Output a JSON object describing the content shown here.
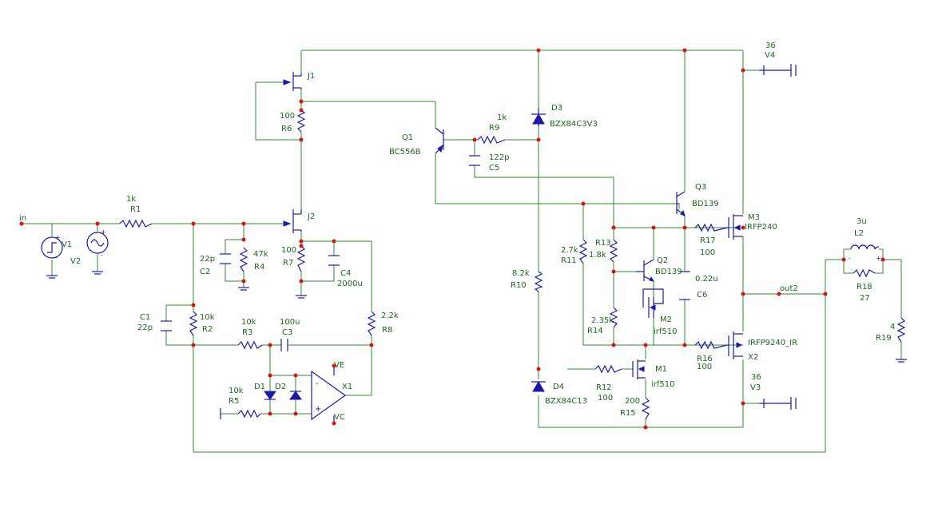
{
  "labels": {
    "J1": "J1",
    "J2": "J2",
    "R6": "R6",
    "R6v": "100",
    "R7": "R7",
    "R7v": "100",
    "C4": "C4",
    "C4v": "2000u",
    "R4": "R4",
    "R4v": "47k",
    "C2": "C2",
    "C2v": "22p",
    "R1": "R1",
    "R1v": "1k",
    "V1": "V1",
    "V2": "V2",
    "in": "in",
    "C1": "C1",
    "C1v": "22p",
    "R2": "R2",
    "R2v": "10k",
    "R3": "R3",
    "R3v": "10k",
    "C3": "C3",
    "C3v": "100u",
    "R8": "R8",
    "R8v": "2.2k",
    "R5": "R5",
    "R5v": "10k",
    "D1": "D1",
    "D2": "D2",
    "X1": "X1",
    "VE": "VE",
    "VC": "VC",
    "Q1": "Q1",
    "Q1v": "BC556B",
    "R9": "R9",
    "R9v": "1k",
    "C5": "C5",
    "C5v": "122p",
    "D3": "D3",
    "D3v": "BZX84C3V3",
    "Q3": "Q3",
    "Q3v": "BD139",
    "R10": "R10",
    "R10v": "8.2k",
    "R11": "R11",
    "R11v": "2.7k",
    "R13": "R13",
    "R13v": "1.8k",
    "Q2": "Q2",
    "Q2v": "BD139",
    "M2": "M2",
    "M2v": "irf510",
    "R14": "R14",
    "R14v": "2.35k",
    "C6": "C6",
    "C6v": "0.22u",
    "M1": "M1",
    "M1v": "irf510",
    "R12": "R12",
    "R12v": "100",
    "R15": "R15",
    "R15v": "200",
    "D4": "D4",
    "D4v": "BZX84C13",
    "M3": "M3",
    "M3v": "IRFP240",
    "R17": "R17",
    "R17v": "100",
    "R16": "R16",
    "R16v": "100",
    "X2": "X2",
    "X2v": "IRFP9240_IR",
    "V4": "V4",
    "V4v": "36",
    "V3": "V3",
    "V3v": "36",
    "L2": "L2",
    "L2v": "3u",
    "R18": "R18",
    "R18v": "27",
    "R19": "R19",
    "R19v": "4",
    "out2": "out2"
  },
  "colors": {
    "wire": "#2e8b2e",
    "component": "#1a1aaa",
    "node": "#dd1111",
    "label": "#1a6a1a"
  }
}
